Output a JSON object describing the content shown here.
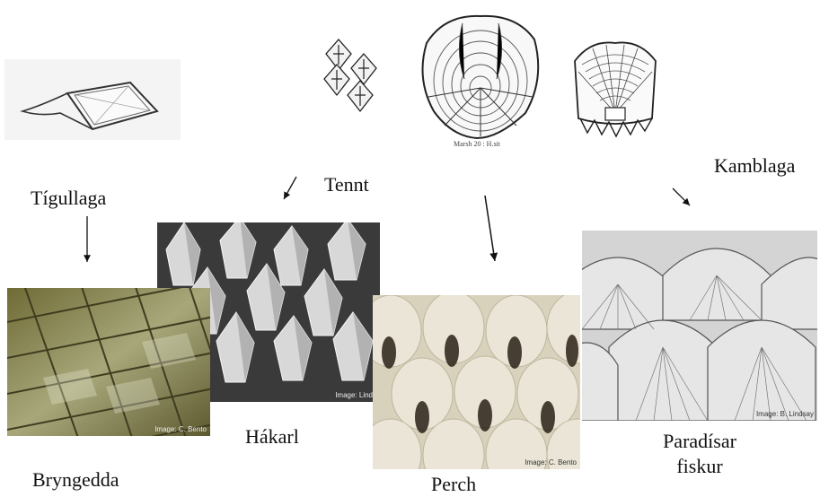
{
  "labels": {
    "tigullaga": "Tígullaga",
    "tennt": "Tennt",
    "kamblaga": "Kamblaga",
    "bryngedda": "Bryngedda",
    "hakarl": "Hákarl",
    "perch": "Perch",
    "paradisar": "Paradísar fiskur"
  },
  "drawing_caption": "Marsh 20 : H.sit",
  "credits": {
    "bryngedda": "Image: C. Bento",
    "hakarl": "Image: Linds",
    "perch": "Image: C. Bento",
    "paradisar": "Image: B. Lindsay"
  },
  "colors": {
    "bryngedda_photo": "#8a8a4e",
    "hakarl_photo": "#bdbdbd",
    "perch_photo": "#d9d2c0",
    "paradisar_photo": "#cfcfcf"
  }
}
